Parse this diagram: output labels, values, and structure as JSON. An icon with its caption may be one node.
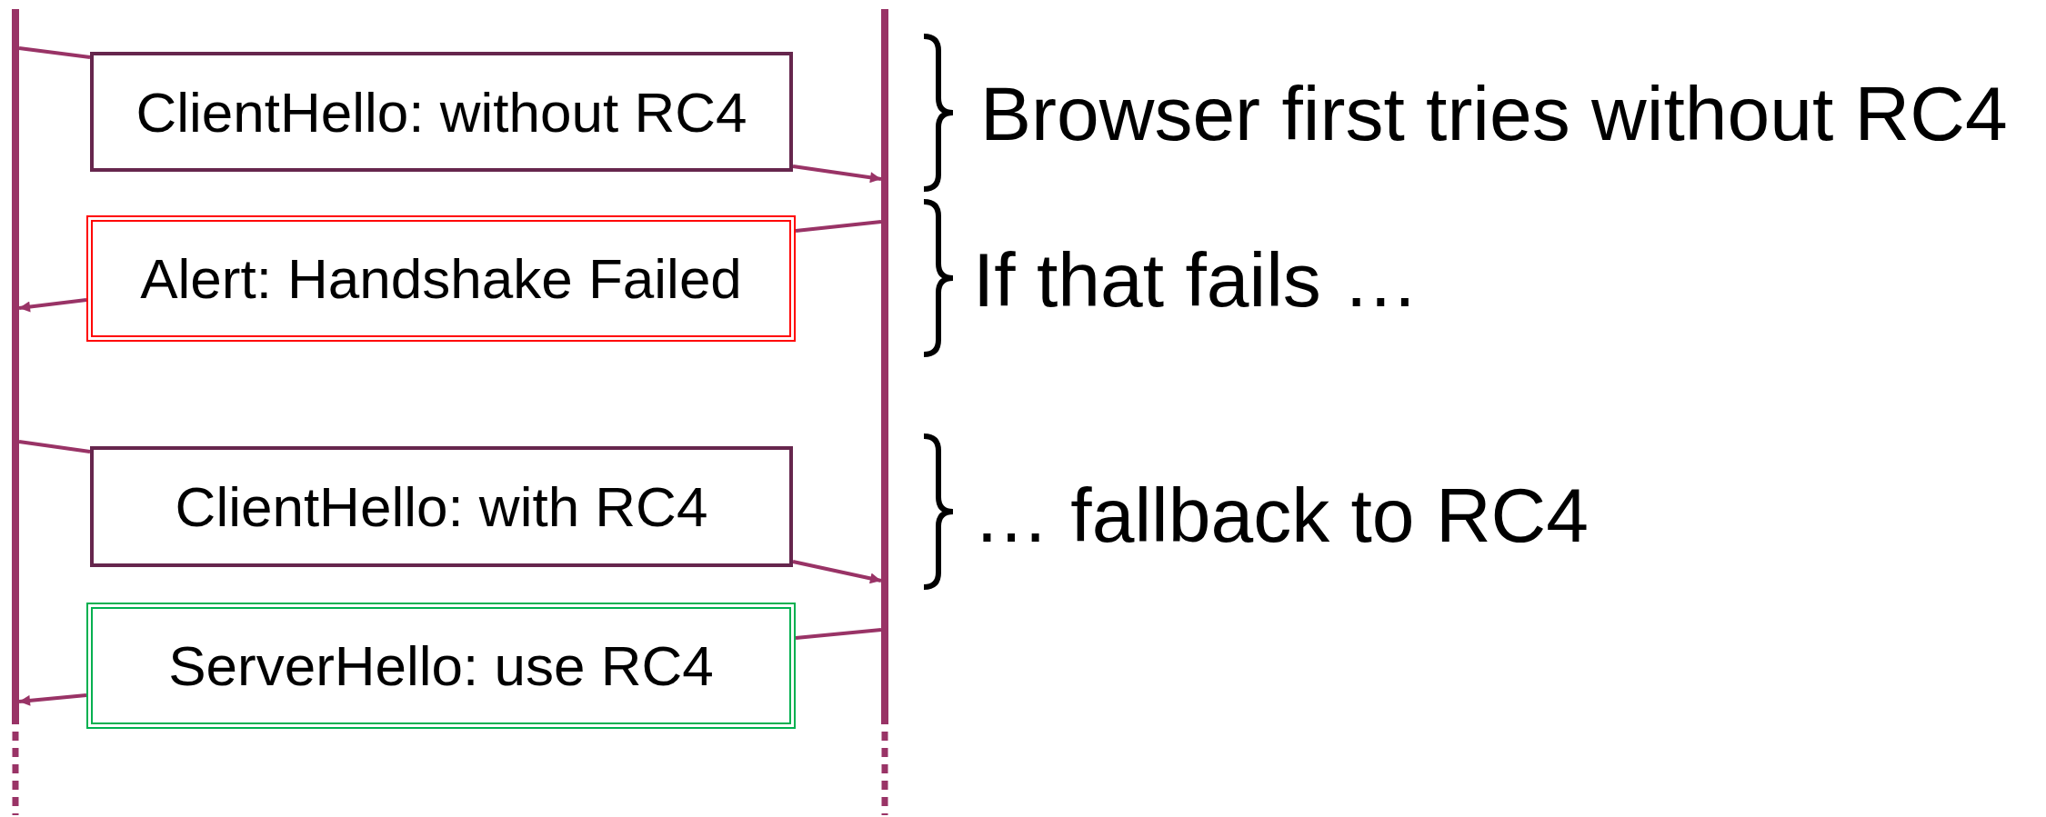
{
  "diagram": {
    "nodes": [
      {
        "text": [],
        "shape": "bar"
      },
      {
        "text": [],
        "shape": "bar"
      },
      {
        "text": [
          "ClientHello: without RC4"
        ]
      },
      {
        "text": [
          "Alert: Handshake Failed"
        ]
      },
      {
        "text": [
          "ClientHello: with RC4"
        ]
      },
      {
        "text": [
          "ServerHello: use RC4"
        ]
      }
    ],
    "edges": [
      {
        "from": 0,
        "to": 2,
        "arrow": "none"
      },
      {
        "from": 2,
        "to": 1,
        "arrow": "to"
      },
      {
        "from": 1,
        "to": 3,
        "arrow": "none"
      },
      {
        "from": 3,
        "to": 0,
        "arrow": "to"
      },
      {
        "from": 0,
        "to": 4,
        "arrow": "none"
      },
      {
        "from": 4,
        "to": 1,
        "arrow": "to"
      },
      {
        "from": 1,
        "to": 5,
        "arrow": "none"
      },
      {
        "from": 5,
        "to": 0,
        "arrow": "to"
      }
    ],
    "labels": [
      "Browser first tries without RC4",
      "If that fails …",
      "… fallback to RC4"
    ]
  }
}
